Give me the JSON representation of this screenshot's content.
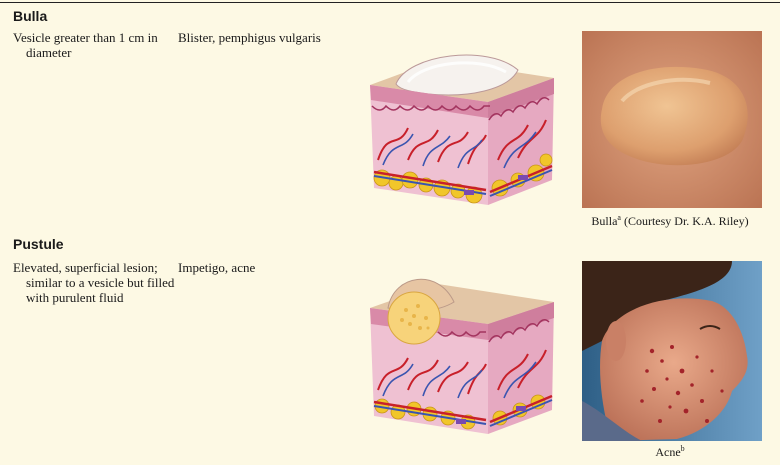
{
  "bulla": {
    "title": "Bulla",
    "description": "Vesicle greater than 1 cm in diameter",
    "examples": "Blister, pemphigus vulgaris",
    "caption_text": "Bulla",
    "caption_sup": "a",
    "caption_rest": " (Courtesy Dr. K.A. Riley)"
  },
  "pustule": {
    "title": "Pustule",
    "description": "Elevated, superficial lesion; similar to a vesicle but filled with purulent fluid",
    "examples": "Impetigo, acne",
    "caption_text": "Acne",
    "caption_sup": "b"
  },
  "colors": {
    "page_bg": "#fdf9e4",
    "skin_pink": "#e9b3c9",
    "fat_yellow": "#f1c62a",
    "vessel_red": "#c8202a",
    "vessel_blue": "#3a55b0"
  }
}
